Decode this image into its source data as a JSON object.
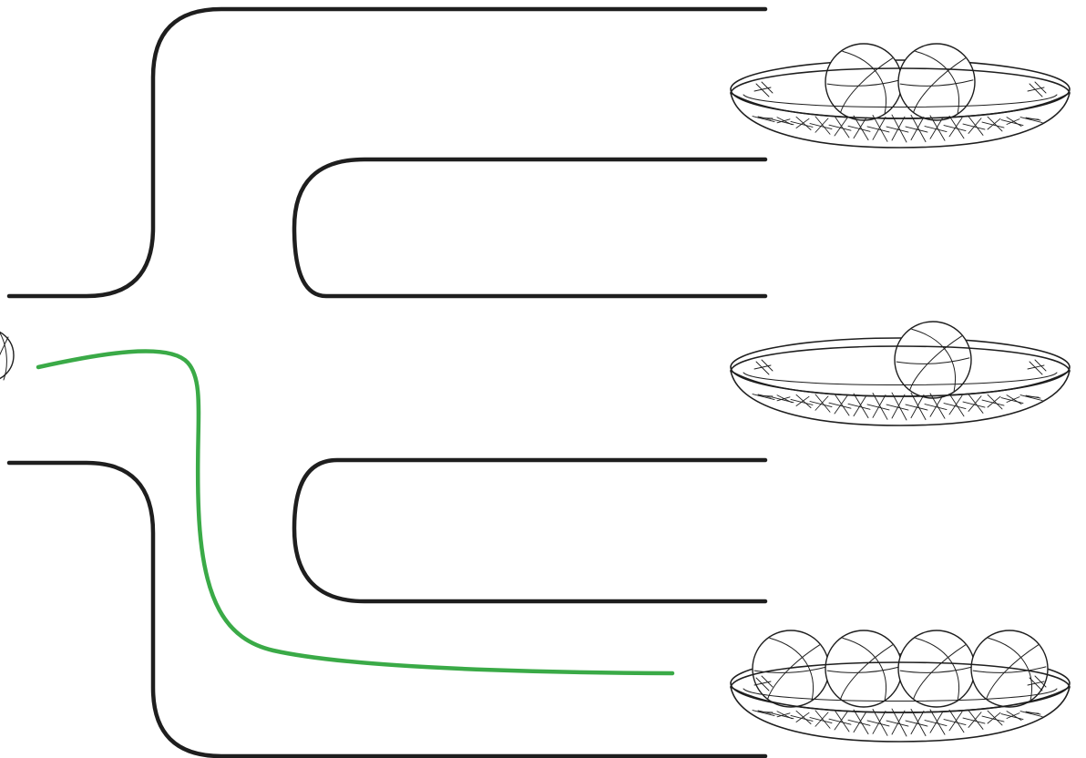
{
  "diagram": {
    "start_ball_count": 1,
    "baskets": [
      {
        "position": "top",
        "ball_count": 2
      },
      {
        "position": "middle",
        "ball_count": 1
      },
      {
        "position": "bottom",
        "ball_count": 4
      }
    ],
    "highlighted_route_ends_at": "bottom",
    "colors": {
      "walls": "#1e1e1e",
      "route": "#3aaa47",
      "background": "#ffffff"
    }
  }
}
